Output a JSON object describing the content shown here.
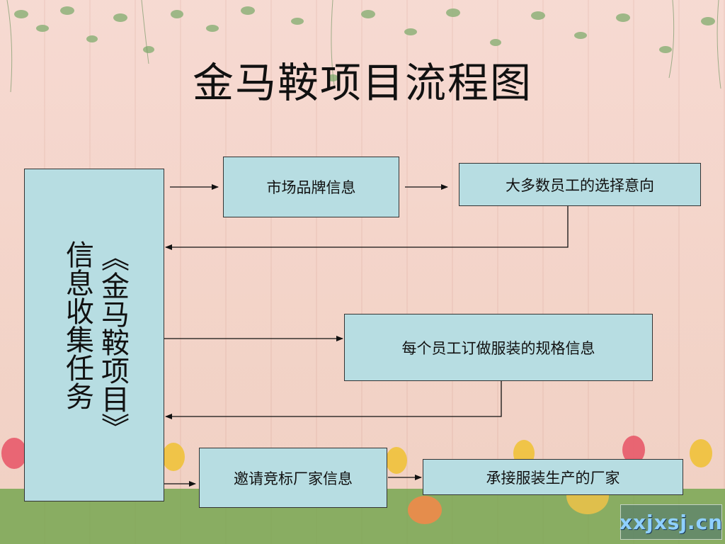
{
  "title": "金马鞍项目流程图",
  "left_box": {
    "col_right": "《金马鞍项目》",
    "col_left": "信息收集任务"
  },
  "nodes": {
    "market": "市场品牌信息",
    "employee_choice": "大多数员工的选择意向",
    "spec": "每个员工订做服装的规格信息",
    "bidding": "邀请竞标厂家信息",
    "manufacturer": "承接服装生产的厂家"
  },
  "watermark": "xxjxsj.cn",
  "colors": {
    "box_fill": "#b7dde2",
    "line": "#111111"
  }
}
